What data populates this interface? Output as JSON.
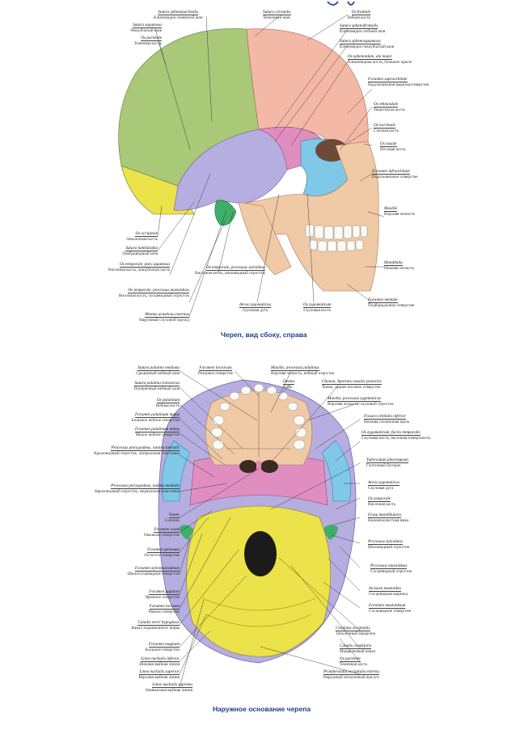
{
  "captions": {
    "top": "Череп, вид сбоку, справа",
    "bottom": "Наружное основание черепа"
  },
  "colors": {
    "parietal": "#a9c878",
    "frontal": "#f4b8a6",
    "temporal": "#b6aee0",
    "sphenoid": "#e08ec0",
    "zygomatic": "#7fc8e8",
    "facial": "#f0c9a6",
    "occipital": "#ece24a",
    "palatine": "#f0c9a6",
    "vomer": "#e58ab8",
    "mastoid": "#3fae6a"
  },
  "top_labels": [
    {
      "la": "Sutura sphenoparietalis",
      "ru": "Клиновидно-теменной шов"
    },
    {
      "la": "Sutura squamosa",
      "ru": "Чешуйчатый шов"
    },
    {
      "la": "Os parietale",
      "ru": "Теменная кость"
    },
    {
      "la": "Sutura coronalis",
      "ru": "Венечный шов"
    },
    {
      "la": "Os frontale",
      "ru": "Лобная кость"
    },
    {
      "la": "Sutura sphenofrontalis",
      "ru": "Клиновидно-лобный шов"
    },
    {
      "la": "Sutura sphenosquamosa",
      "ru": "Клиновидно-чешуйчатый шов"
    },
    {
      "la": "Os sphenoidale, ala major",
      "ru": "Клиновидная кость, большое крыло"
    },
    {
      "la": "Foramen supraorbitale",
      "ru": "Надглазничная вырезка/отверстие"
    },
    {
      "la": "Os ethmoidale",
      "ru": "Решетчатая кость"
    },
    {
      "la": "Os lacrimale",
      "ru": "Слезная кость"
    },
    {
      "la": "Os nasale",
      "ru": "Носовая кость"
    },
    {
      "la": "Foramen infraorbitale",
      "ru": "Подглазничное отверстие"
    },
    {
      "la": "Maxilla",
      "ru": "Верхняя челюсть"
    },
    {
      "la": "Mandibula",
      "ru": "Нижняя челюсть"
    },
    {
      "la": "Foramen mentale",
      "ru": "Подбородочное отверстие"
    },
    {
      "la": "Os zygomaticum",
      "ru": "Скуловая кость"
    },
    {
      "la": "Arcus zygomaticus",
      "ru": "Скуловая дуга"
    },
    {
      "la": "Os temporale, processus styloideus",
      "ru": "Височная кость, шиловидный отросток"
    },
    {
      "la": "Meatus acusticus externus",
      "ru": "Наружный слуховой проход"
    },
    {
      "la": "Os temporale, processus mastoideus",
      "ru": "Височная кость, сосцевидный отросток"
    },
    {
      "la": "Os temporale, pars squamosa",
      "ru": "Височная кость, чешуйчатая часть"
    },
    {
      "la": "Sutura lambdoidea",
      "ru": "Ламбдовидный шов"
    },
    {
      "la": "Os occipitale",
      "ru": "Затылочная кость"
    }
  ],
  "bottom_labels": [
    {
      "la": "Sutura palatina mediana",
      "ru": "Срединный небный шов"
    },
    {
      "la": "Foramen incisivum",
      "ru": "Резцовое отверстие"
    },
    {
      "la": "Maxilla, processus palatinus",
      "ru": "Верхняя челюсть, небный отросток"
    },
    {
      "la": "Dentes",
      "ru": "Зубы"
    },
    {
      "la": "Choana, Apertura nasalis posterior",
      "ru": "Хоана, заднее носовое отверстие"
    },
    {
      "la": "Sutura palatina transversa",
      "ru": "Поперечный небный шов"
    },
    {
      "la": "Os palatinum",
      "ru": "Небная кость"
    },
    {
      "la": "Foramen palatinum majus",
      "ru": "Большое небное отверстие"
    },
    {
      "la": "Foramen palatinum minus",
      "ru": "Малое небное отверстие"
    },
    {
      "la": "Processus pterygoideus, lamina lateralis",
      "ru": "Крыловидный отросток, латеральная пластинка"
    },
    {
      "la": "Processus pterygoideus, lamina medialis",
      "ru": "Крыловидный отросток, медиальная пластинка"
    },
    {
      "la": "Vomer",
      "ru": "Сошник"
    },
    {
      "la": "Foramen ovale",
      "ru": "Овальное отверстие"
    },
    {
      "la": "Foramen spinosum",
      "ru": "Остистое отверстие"
    },
    {
      "la": "Foramen stylomastoideum",
      "ru": "Шилососцевидное отверстие"
    },
    {
      "la": "Foramen jugulare",
      "ru": "Яремное отверстие"
    },
    {
      "la": "Foramen lacerum",
      "ru": "Рваное отверстие"
    },
    {
      "la": "Canalis nervi hypoglossi",
      "ru": "Канал подъязычного нерва"
    },
    {
      "la": "Foramen magnum",
      "ru": "Большое отверстие"
    },
    {
      "la": "Linea nuchalis inferior",
      "ru": "Нижняя выйная линия"
    },
    {
      "la": "Linea nuchalis superior",
      "ru": "Верхняя выйная линия"
    },
    {
      "la": "Linea nuchalis suprema",
      "ru": "Наивысшая выйная линия"
    },
    {
      "la": "Maxilla, processus zygomaticus",
      "ru": "Верхняя челюсть, скуловой отросток"
    },
    {
      "la": "Fissura orbitalis inferior",
      "ru": "Нижняя глазничная щель"
    },
    {
      "la": "Os zygomaticum, facies temporalis",
      "ru": "Скуловая кость, височная поверхность"
    },
    {
      "la": "Tuberculum pharyngeum",
      "ru": "Глоточный бугорок"
    },
    {
      "la": "Arcus zygomaticus",
      "ru": "Скуловая дуга"
    },
    {
      "la": "Os temporale",
      "ru": "Височная кость"
    },
    {
      "la": "Fossa mandibularis",
      "ru": "Нижнечелюстная ямка"
    },
    {
      "la": "Processus styloideus",
      "ru": "Шиловидный отросток"
    },
    {
      "la": "Processus mastoideus",
      "ru": "Сосцевидный отросток"
    },
    {
      "la": "Incisura mastoidea",
      "ru": "Сосцевидная вырезка"
    },
    {
      "la": "Foramen mastoideum",
      "ru": "Сосцевидное отверстие"
    },
    {
      "la": "Condylus occipitalis",
      "ru": "Затылочный мыщелок"
    },
    {
      "la": "Canalis condylaris",
      "ru": "Мыщелковый канал"
    },
    {
      "la": "Os parietale",
      "ru": "Теменная кость"
    },
    {
      "la": "Protuberantia occipitalis externa",
      "ru": "Наружный затылочный выступ"
    }
  ]
}
